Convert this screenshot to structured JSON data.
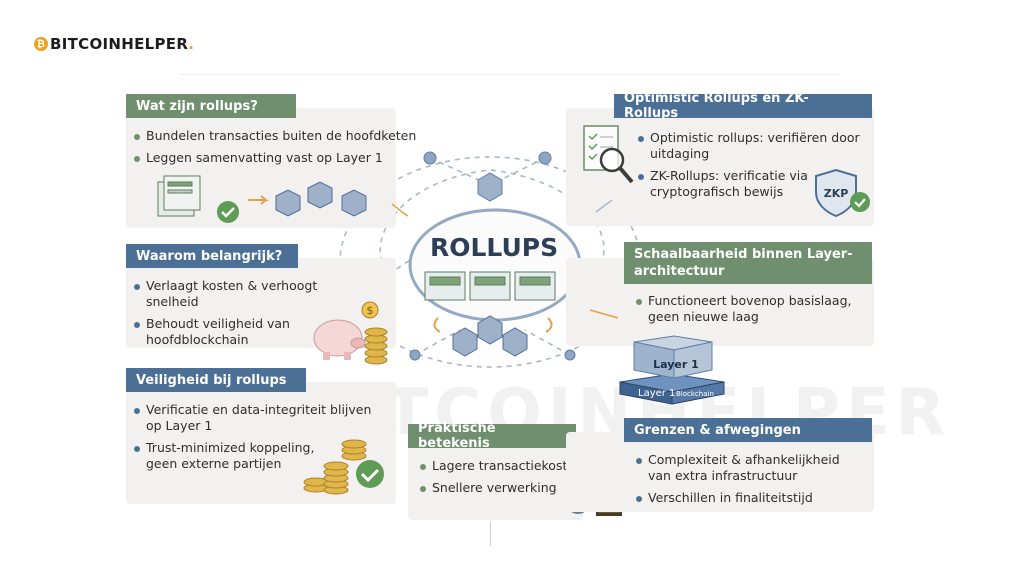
{
  "logo": {
    "text": "BITCOINHELPER",
    "dot": ".",
    "accent": "#f0a020"
  },
  "center": {
    "title": "ROLLUPS"
  },
  "watermark": "BITCOINHELPER",
  "panels": {
    "what": {
      "title": "Wat zijn rollups?",
      "bullets": [
        "Bundelen transacties buiten de hoofdketen",
        "Leggen samenvatting vast op Layer 1"
      ]
    },
    "why": {
      "title": "Waarom belangrijk?",
      "bullets": [
        "Verlaagt kosten & verhoogt snelheid",
        "Behoudt veiligheid van hoofdblockchain"
      ]
    },
    "security": {
      "title": "Veiligheid bij rollups",
      "bullets": [
        "Verificatie en data-integriteit blijven op Layer 1",
        "Trust-minimized koppeling, geen externe partijen"
      ]
    },
    "practical": {
      "title": "Praktische betekenis",
      "bullets": [
        "Lagere transactiekosten",
        "Snellere verwerking"
      ]
    },
    "optimistic": {
      "title": "Optimistic Rollups en ZK-Rollups",
      "bullets": [
        "Optimistic rollups: verifiëren door uitdaging",
        "ZK-Rollups: verificatie via cryptografisch bewijs"
      ]
    },
    "scaling": {
      "title": "Schaalbaarheid binnen Layer-architectuur",
      "bullets": [
        "Functioneert bovenop basislaag, geen nieuwe laag"
      ]
    },
    "limits": {
      "title": "Grenzen & afwegingen",
      "bullets": [
        "Complexiteit & afhankelijkheid van extra infrastructuur",
        "Verschillen in finaliteitstijd"
      ]
    }
  },
  "icons": {
    "zkp_label": "ZKP",
    "layer1_top": "Layer 1",
    "layer1_side": "Layer 1",
    "layer1_blockchain": "Blockchain",
    "coin_symbol": "$"
  },
  "colors": {
    "green_header": "#6f8f6e",
    "blue_header": "#4c6f96",
    "panel_bg": "#f3f1ef",
    "center_title": "#2d3f57"
  }
}
